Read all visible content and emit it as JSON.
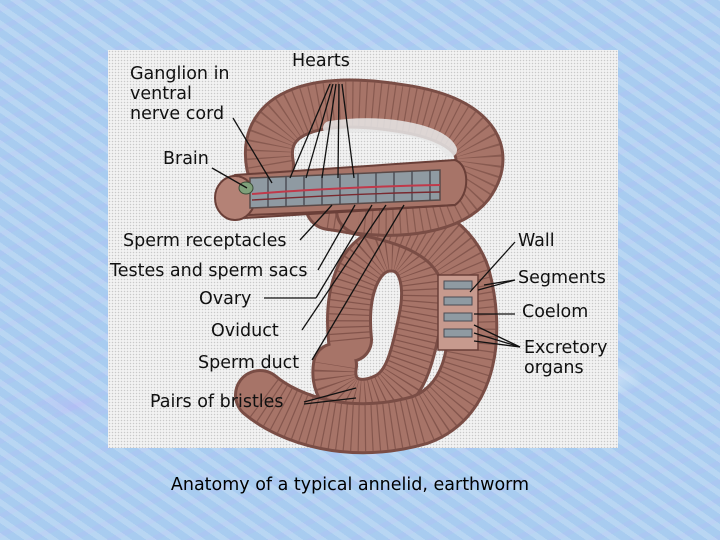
{
  "diagram": {
    "labels": {
      "ganglion": "Ganglion in ventral nerve cord",
      "hearts": "Hearts",
      "brain": "Brain",
      "sperm_receptacles": "Sperm receptacles",
      "testes": "Testes and sperm sacs",
      "ovary": "Ovary",
      "oviduct": "Oviduct",
      "sperm_duct": "Sperm duct",
      "bristles": "Pairs of bristles",
      "wall": "Wall",
      "segments": "Segments",
      "coelom": "Coelom",
      "excretory": "Excretory organs"
    },
    "caption": "Anatomy of a typical annelid, earthworm"
  },
  "colors": {
    "worm_body": "#a77468",
    "worm_dark": "#7a4d45",
    "worm_light": "#c79a8e",
    "interior": "#8f9aa2",
    "background": "#a9cdf0"
  }
}
